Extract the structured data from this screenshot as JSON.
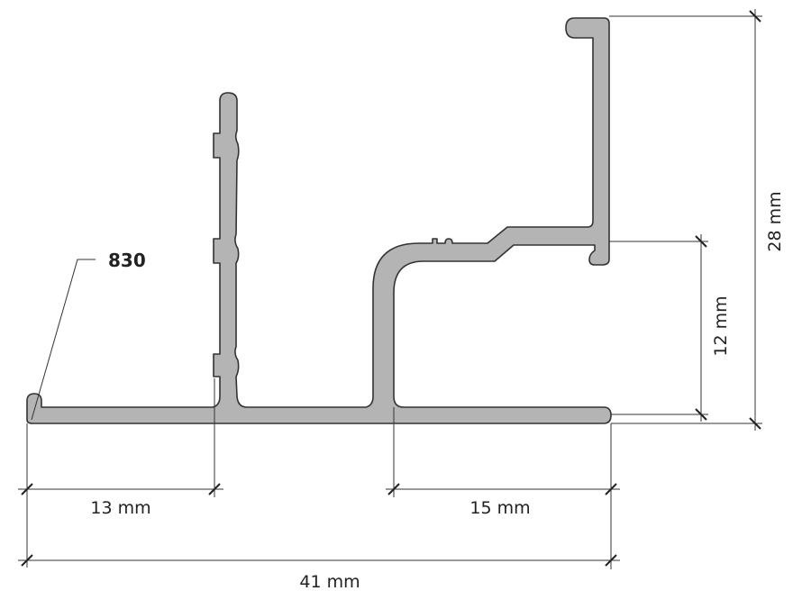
{
  "part_code": "830",
  "dimensions": {
    "left_fin_offset": "13 mm",
    "right_wall_offset": "15 mm",
    "total_width": "41 mm",
    "arm_height": "12 mm",
    "total_height": "28 mm"
  },
  "colors": {
    "profile_fill": "#b4b4b4",
    "outline": "#333333"
  }
}
